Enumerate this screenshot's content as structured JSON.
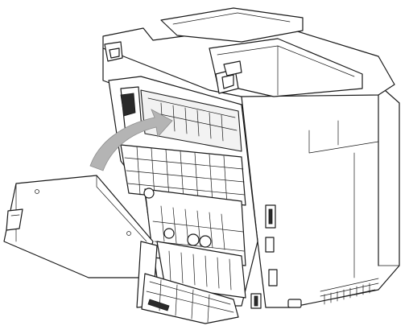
{
  "figure": {
    "parts": [
      "printer-body",
      "adf-unit",
      "back-cover",
      "fuser-unit",
      "paper-path-arrow",
      "lower-tray"
    ],
    "arrow_color": "#b4b4b4",
    "line_color": "#1a1a1a"
  }
}
